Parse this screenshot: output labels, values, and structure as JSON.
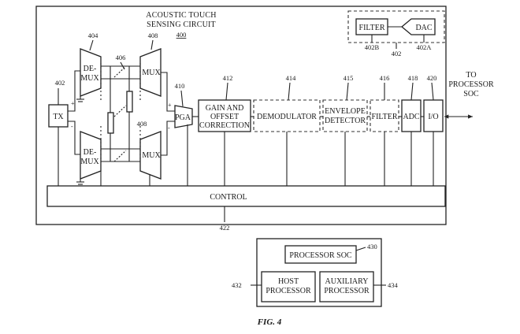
{
  "circuit": {
    "title_line1": "ACOUSTIC TOUCH",
    "title_line2": "SENSING CIRCUIT",
    "ref": "400"
  },
  "blocks": {
    "tx": {
      "label": "TX",
      "ref": "402"
    },
    "demux_top": {
      "line1": "DE-",
      "line2": "MUX",
      "ref": "404"
    },
    "demux_bottom": {
      "line1": "DE-",
      "line2": "MUX"
    },
    "mux_top": {
      "label": "MUX",
      "ref": "408"
    },
    "mux_bottom": {
      "label": "MUX",
      "ref": "408"
    },
    "switch_ref": "406",
    "pga": {
      "label": "PGA",
      "ref": "410"
    },
    "gain": {
      "line1": "GAIN AND",
      "line2": "OFFSET",
      "line3": "CORRECTION",
      "ref": "412"
    },
    "demod": {
      "label": "DEMODULATOR",
      "ref": "414"
    },
    "envelope": {
      "line1": "ENVELOPE",
      "line2": "DETECTOR",
      "ref": "415"
    },
    "filter": {
      "label": "FILTER",
      "ref": "416"
    },
    "adc": {
      "label": "ADC",
      "ref": "418"
    },
    "io": {
      "label": "I/O",
      "ref": "420"
    },
    "tx_filter": {
      "label": "FILTER",
      "ref": "402B"
    },
    "dac": {
      "label": "DAC",
      "ref": "402A"
    },
    "tx_group_ref": "402",
    "control": {
      "label": "CONTROL",
      "ref": "422"
    }
  },
  "output": {
    "line1": "TO",
    "line2": "PROCESSOR",
    "line3": "SOC"
  },
  "host_system": {
    "ref_outer": "430",
    "processor_soc": "PROCESSOR SOC",
    "host": {
      "line1": "HOST",
      "line2": "PROCESSOR",
      "ref": "432"
    },
    "aux": {
      "line1": "AUXILIARY",
      "line2": "PROCESSOR",
      "ref": "434"
    }
  },
  "signs": {
    "plus": "+",
    "minus": "-"
  },
  "figure_caption": "FIG. 4"
}
